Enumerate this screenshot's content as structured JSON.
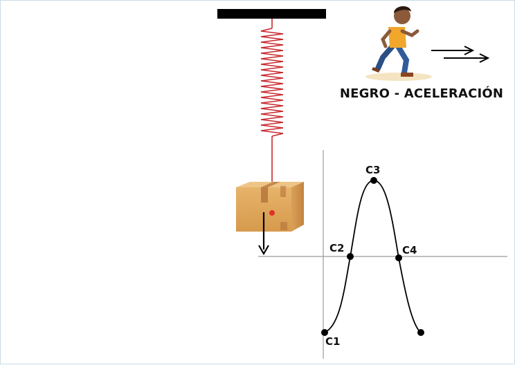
{
  "legend": {
    "label": "NEGRO - ACELERACIÓN",
    "color": "#000000"
  },
  "spring": {
    "color": "#c8262c"
  },
  "points": {
    "c1": "C1",
    "c2": "C2",
    "c3": "C3",
    "c4": "C4"
  },
  "icons": {
    "runner": "running-boy-icon",
    "box": "cardboard-box-icon",
    "arrows": "double-right-arrow-icon"
  }
}
